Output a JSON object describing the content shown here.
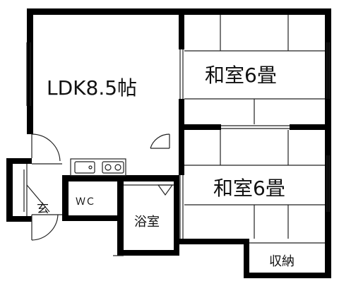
{
  "rooms": {
    "ldk": "LDK8.5帖",
    "washitsu_upper": "和室6畳",
    "washitsu_lower": "和室6畳",
    "genkan": "玄",
    "wc": "ＷＣ",
    "bath": "浴室",
    "storage": "収納"
  },
  "colors": {
    "wall": "#000000",
    "line": "#222222",
    "background": "#ffffff"
  }
}
